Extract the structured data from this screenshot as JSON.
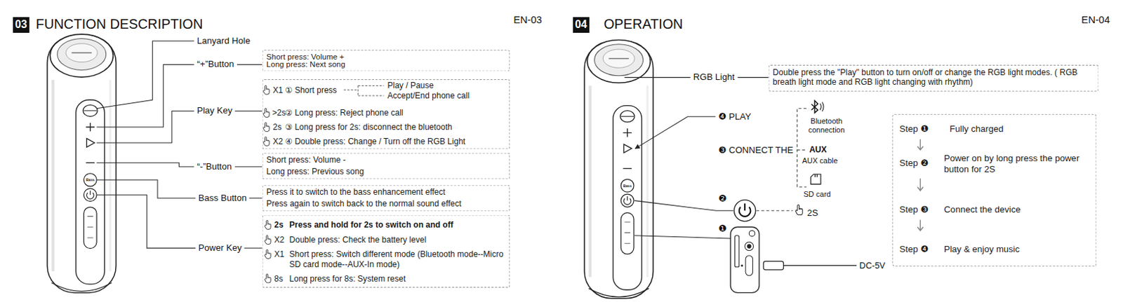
{
  "diagram": {
    "nodes": [
      {
        "text": [
          "Short press: Volume +",
          "Long press: Next song"
        ]
      },
      {
        "text": [
          "X1",
          "① Short press",
          "Play / Pause",
          "Accept/End phone call",
          ">2s",
          "② Long press: Reject phone call",
          "2s",
          "③ Long press for 2s: disconnect the bluetooth",
          "X2",
          "④ Double press: Change / Turn off the RGB Light"
        ]
      },
      {
        "text": [
          "Short press: Volume -",
          "Long press: Previous song"
        ]
      },
      {
        "text": [
          "Press it to switch to the bass enhancement effect",
          "Press again to switch back to the normal sound effect"
        ]
      },
      {
        "text": [
          "2s",
          "Press and hold for 2s to switch on and off",
          "X2",
          "Double press: Check the battery level",
          "X1",
          "Short press: Switch different mode (Bluetooth mode--Micro SD card mode--AUX-In mode)",
          "8s",
          "Long press for 8s: System reset"
        ]
      },
      {
        "text": [
          "Double press the \"Play\" button to turn on/off or change the RGB light modes. ( RGB breath light mode and RGB light changing with rhythm)"
        ]
      },
      {
        "text": [
          "Step ❶",
          "Fully charged",
          "Step ❷",
          "Power on by long press the power button for 2S",
          "Step ❸",
          "Connect the device",
          "Step ❹",
          "Play & enjoy music"
        ]
      }
    ],
    "labels": [
      "03",
      "FUNCTION DESCRIPTION",
      "EN-03",
      "Lanyard Hole",
      "“+”Button",
      "Play Key",
      "“-”Button",
      "Bass Button",
      "Power Key",
      "Bass",
      "04",
      "OPERATION",
      "EN-04",
      "RGB Light",
      "❹ PLAY",
      "❸ CONNECT THE",
      "Bluetooth connection",
      "AUX",
      "AUX cable",
      "SD card",
      "❷",
      "2S",
      "❶",
      "DC-5V",
      "Bass"
    ]
  }
}
